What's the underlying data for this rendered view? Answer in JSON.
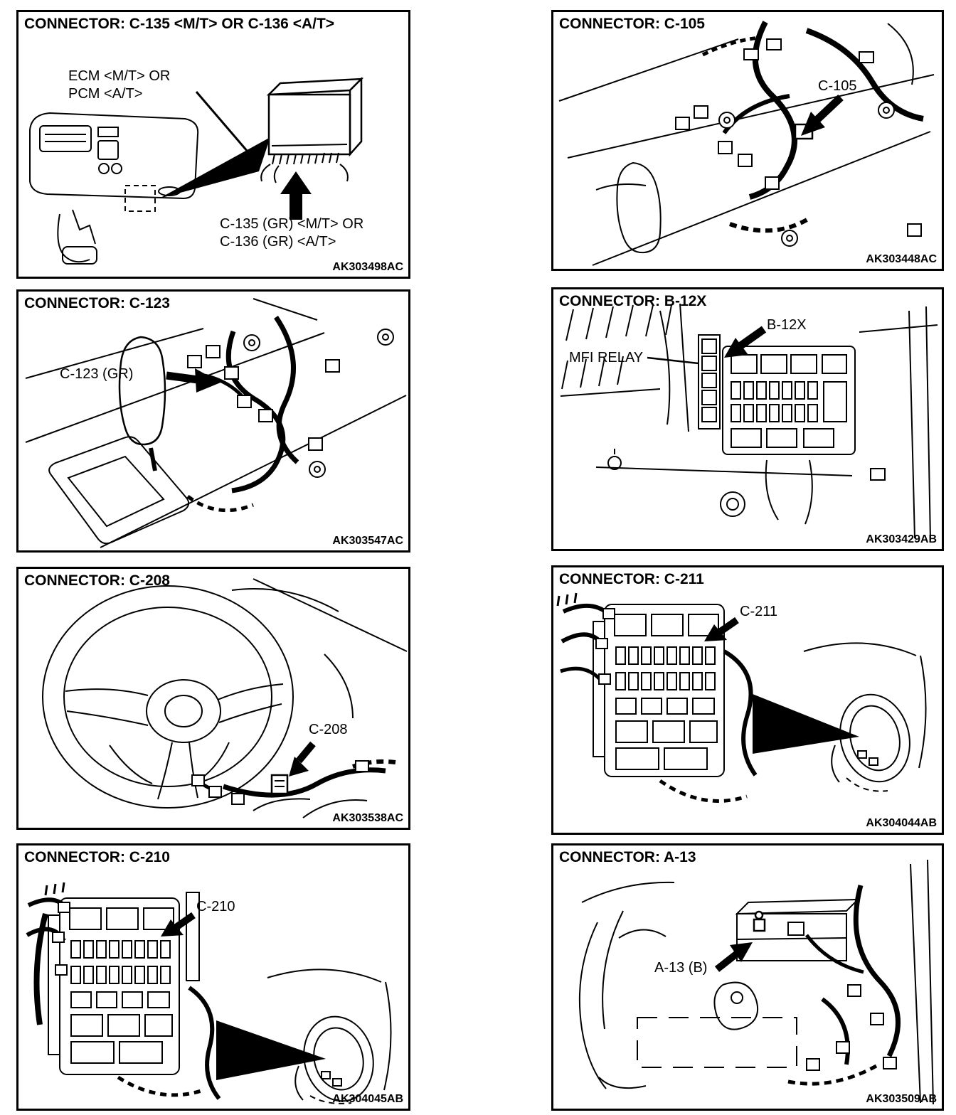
{
  "panels": [
    {
      "title": "CONNECTOR: C-135 <M/T> OR C-136 <A/T>",
      "code": "AK303498AC",
      "callouts": {
        "module_line1": "ECM <M/T> OR",
        "module_line2": "PCM <A/T>",
        "connector_line1": "C-135 (GR) <M/T> OR",
        "connector_line2": "C-136 (GR) <A/T>"
      }
    },
    {
      "title": "CONNECTOR: C-105",
      "code": "AK303448AC",
      "callouts": {
        "label": "C-105"
      }
    },
    {
      "title": "CONNECTOR: C-123",
      "code": "AK303547AC",
      "callouts": {
        "label": "C-123 (GR)"
      }
    },
    {
      "title": "CONNECTOR: B-12X",
      "code": "AK303429AB",
      "callouts": {
        "label": "B-12X",
        "relay": "MFI RELAY"
      }
    },
    {
      "title": "CONNECTOR: C-208",
      "code": "AK303538AC",
      "callouts": {
        "label": "C-208"
      }
    },
    {
      "title": "CONNECTOR: C-211",
      "code": "AK304044AB",
      "callouts": {
        "label": "C-211"
      }
    },
    {
      "title": "CONNECTOR: C-210",
      "code": "AK304045AB",
      "callouts": {
        "label": "C-210"
      }
    },
    {
      "title": "CONNECTOR: A-13",
      "code": "AK303509AB",
      "callouts": {
        "label": "A-13 (B)"
      }
    }
  ]
}
